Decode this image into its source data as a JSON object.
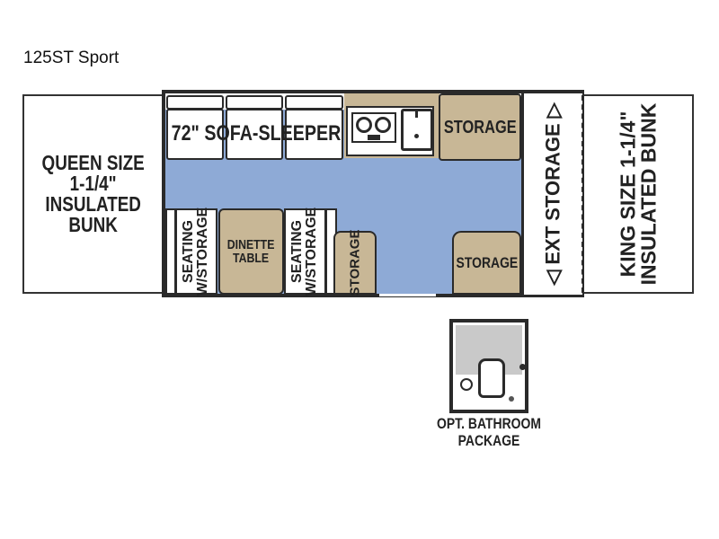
{
  "title": "125ST Sport",
  "labels": {
    "queen_bunk": "QUEEN SIZE\n1-1/4\"\nINSULATED\nBUNK",
    "king_bunk": "KING SIZE 1-1/4\"\nINSULATED BUNK",
    "sofa": "72\" SOFA-SLEEPER",
    "storage_top": "STORAGE",
    "seating_left": "SEATING\nW/STORAGE",
    "dinette": "DINETTE\nTABLE",
    "seating_right": "SEATING\nW/STORAGE",
    "storage_small": "STORAGE",
    "storage_right": "STORAGE",
    "ext_storage": "◁ EXT STORAGE ▷",
    "bathroom": "OPT. BATHROOM\nPACKAGE"
  },
  "colors": {
    "floor": "#8eaad6",
    "cabinet": "#c8b796"
  }
}
